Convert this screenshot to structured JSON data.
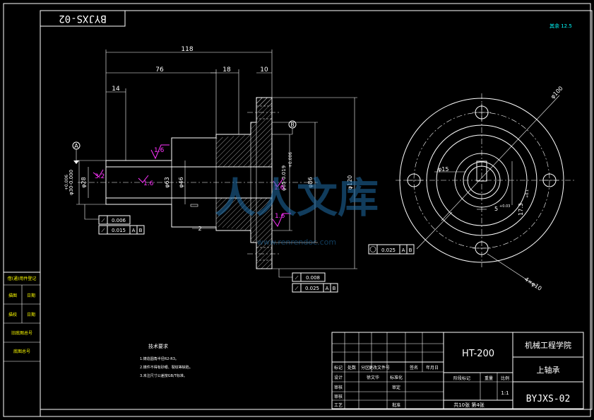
{
  "drawing_number_rotated": "BYJXS-02",
  "roughness_mark": "其余 12.5",
  "dimensions": {
    "len_118": "118",
    "len_76": "76",
    "len_18": "18",
    "len_10": "10",
    "len_14": "14",
    "len_2": "2",
    "dia_30": "φ30-0.000",
    "dia_30_tol": "+0.006",
    "dia_28": "φ28",
    "dia_63": "φ63",
    "dia_46": "φ46",
    "dia_65": "φ65-0.019",
    "dia_65_tol": "+0.006",
    "dia_86": "φ86",
    "dia_120": "φ120",
    "dia_100": "φ100",
    "dia_15": "φ15",
    "key_5": "5",
    "key_5_tol": "+0.03",
    "key_17": "17.3",
    "key_17_tol": "+0.1",
    "holes": "4×φ10"
  },
  "roughness_values": {
    "r1": "1.6",
    "r2": "1.6",
    "r3": "1.6",
    "r4": "1.6",
    "r5": "3.2"
  },
  "datums": {
    "a": "A",
    "b": "B"
  },
  "tolerances": {
    "left_top": "0.006",
    "left_bottom": "0.015",
    "left_bottom_refs": [
      "A",
      "B"
    ],
    "mid_top": "0.008",
    "mid_bottom": "0.025",
    "mid_bottom_refs": [
      "A",
      "B"
    ],
    "right": "0.025",
    "right_refs": [
      "A",
      "B"
    ]
  },
  "left_panel": {
    "rows": [
      "借(通)用件登记",
      "描图",
      "日期",
      "描校",
      "日期",
      "旧底图总号",
      "底图总号"
    ]
  },
  "tech_requirements": {
    "title": "技术要求",
    "items": [
      "1.铸造圆角半径R2-R3。",
      "2.铸件不得有砂眼、裂纹等缺陷。",
      "3.未注尺寸公差按GB/T标准。"
    ]
  },
  "title_block": {
    "material": "HT-200",
    "school": "机械工程学院",
    "part_name": "上轴承",
    "drawing_number": "BYJXS-02",
    "scale_value": "1:1",
    "sheets": "共10张 第4张",
    "header_cells": [
      "标记",
      "处数",
      "分区",
      "更改文件号",
      "签名",
      "年月日"
    ],
    "rows_left": [
      "设计",
      "审核",
      "审核",
      "工艺"
    ],
    "rows_left_val": [
      "徐文华"
    ],
    "rows_mid": [
      "标准化",
      "审定",
      "批准"
    ],
    "stage": "阶段标记",
    "weight": "重量",
    "scale": "比例"
  },
  "watermark": {
    "text": "人人文库",
    "url": "www.renrendoc.com"
  }
}
